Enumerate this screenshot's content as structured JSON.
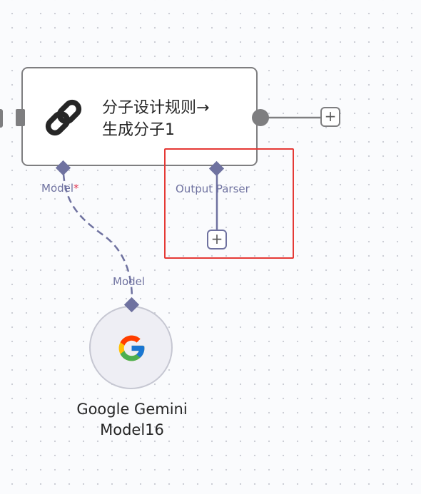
{
  "canvas": {
    "background": "#fafbfd",
    "accent": "#6f72a0",
    "highlight_color": "#e53935"
  },
  "chain_node": {
    "icon": "link-chain-icon",
    "title_line1": "分子设计规则→",
    "title_line2": "生成分子1",
    "add_output_label": "+"
  },
  "ports": {
    "model_label": "Model",
    "model_required_mark": "*",
    "output_parser_label": "Output Parser",
    "add_output_parser_label": "+"
  },
  "gemini_node": {
    "icon": "google-g-icon",
    "port_label": "Model",
    "title_line1": "Google Gemini",
    "title_line2": "Model16"
  }
}
